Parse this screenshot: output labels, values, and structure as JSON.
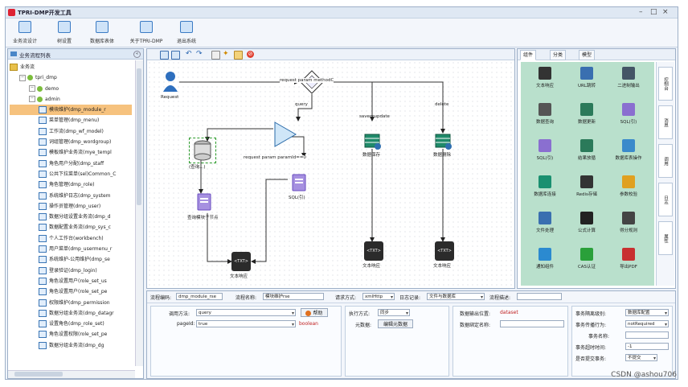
{
  "window": {
    "title": "TPRI-DMP开发工具"
  },
  "ribbon": {
    "buttons": [
      "业务流设计",
      "树设置",
      "数据库表体",
      "关于TPRI-DMP",
      "退出系统"
    ]
  },
  "left_pane": {
    "title": "业务流程列表",
    "tree": [
      {
        "label": "业务流",
        "level": 0,
        "kind": "folder",
        "selected": false
      },
      {
        "label": "tpri_dmp",
        "level": 1,
        "kind": "leaf",
        "selected": false
      },
      {
        "label": "demo",
        "level": 2,
        "kind": "leaf",
        "selected": false
      },
      {
        "label": "admin",
        "level": 2,
        "kind": "leaf",
        "selected": false
      },
      {
        "label": "模块维护(dmp_module_r",
        "level": 3,
        "kind": "item",
        "selected": true
      },
      {
        "label": "菜单管理(dmp_menu)",
        "level": 3,
        "kind": "item",
        "selected": false
      },
      {
        "label": "工作流(dmp_wf_model)",
        "level": 3,
        "kind": "item",
        "selected": false
      },
      {
        "label": "词组管理(dmp_wordgroup)",
        "level": 3,
        "kind": "item",
        "selected": false
      },
      {
        "label": "模板维护业务流(mye_templ",
        "level": 3,
        "kind": "item",
        "selected": false
      },
      {
        "label": "角色用户分配(dmp_staff",
        "level": 3,
        "kind": "item",
        "selected": false
      },
      {
        "label": "公共下拉菜单(sel)Common_C",
        "level": 3,
        "kind": "item",
        "selected": false
      },
      {
        "label": "角色管理(dmp_role)",
        "level": 3,
        "kind": "item",
        "selected": false
      },
      {
        "label": "系统维护日志(dmp_system",
        "level": 3,
        "kind": "item",
        "selected": false
      },
      {
        "label": "操作员管理(dmp_user)",
        "level": 3,
        "kind": "item",
        "selected": false
      },
      {
        "label": "数据分组设置业务流(dmp_d",
        "level": 3,
        "kind": "item",
        "selected": false
      },
      {
        "label": "数据配置业务流(dmp_sys_c",
        "level": 3,
        "kind": "item",
        "selected": false
      },
      {
        "label": "个人工作台(workbench)",
        "level": 3,
        "kind": "item",
        "selected": false
      },
      {
        "label": "用户菜单(dmp_usermenu_r",
        "level": 3,
        "kind": "item",
        "selected": false
      },
      {
        "label": "系统维护-公用维护(dmp_se",
        "level": 3,
        "kind": "item",
        "selected": false
      },
      {
        "label": "登录验证(dmp_login)",
        "level": 3,
        "kind": "item",
        "selected": false
      },
      {
        "label": "角色设置用户(role_set_us",
        "level": 3,
        "kind": "item",
        "selected": false
      },
      {
        "label": "角色设置用户(role_set_pe",
        "level": 3,
        "kind": "item",
        "selected": false
      },
      {
        "label": "权限维护(dmp_permission",
        "level": 3,
        "kind": "item",
        "selected": false
      },
      {
        "label": "数据分组业务流(dmp_datagr",
        "level": 3,
        "kind": "item",
        "selected": false
      },
      {
        "label": "设置角色(dmp_role_set)",
        "level": 3,
        "kind": "item",
        "selected": false
      },
      {
        "label": "角色设置权限(role_set_pe",
        "level": 3,
        "kind": "item",
        "selected": false
      },
      {
        "label": "数据分组业务流(dmp_dg",
        "level": 3,
        "kind": "item",
        "selected": false
      }
    ]
  },
  "canvas": {
    "nodes": {
      "request": "Request",
      "switch": "request param methodC",
      "query": "query",
      "saveorupdate": "saveorupdate",
      "delete": "delete",
      "param_switch": "request param paramId==0",
      "cursor": "(查询...)",
      "sql_ref": "SQL(引)",
      "subflow": "查询模块子节点",
      "save_node": "数据保存",
      "delete_node": "数据删除",
      "text_resp1": "文本响应",
      "text_resp2": "文本响应",
      "text_resp3": "文本响应",
      "txt": "<TXT>"
    }
  },
  "right_pane": {
    "tabs": [
      "组件",
      "分类",
      "模型"
    ],
    "palette": [
      {
        "label": "文本响应",
        "color": "#333333"
      },
      {
        "label": "URL跳转",
        "color": "#3a6fb0"
      },
      {
        "label": "二进制输出",
        "color": "#445566"
      },
      {
        "label": "数据查询",
        "color": "#555555"
      },
      {
        "label": "数据更新",
        "color": "#2b7a5a"
      },
      {
        "label": "SQL(引)",
        "color": "#8a6fd0"
      },
      {
        "label": "SQL(引)",
        "color": "#8a6fd0"
      },
      {
        "label": "结果放循",
        "color": "#2b7a5a"
      },
      {
        "label": "数据库表操作",
        "color": "#3a8acb"
      },
      {
        "label": "数据库连接",
        "color": "#1a9070"
      },
      {
        "label": "Redis存储",
        "color": "#333333"
      },
      {
        "label": "参数校验",
        "color": "#e0a020"
      },
      {
        "label": "文件处理",
        "color": "#3a6fb0"
      },
      {
        "label": "公式计算",
        "color": "#222222"
      },
      {
        "label": "得分规则",
        "color": "#444444"
      },
      {
        "label": "通知组件",
        "color": "#2b8ad0"
      },
      {
        "label": "CAS认证",
        "color": "#2aa03a"
      },
      {
        "label": "导出PDF",
        "color": "#c83030"
      }
    ],
    "side_tabs": [
      "控制台",
      "消息",
      "调用",
      "日志",
      "属性"
    ]
  },
  "bottom": {
    "flow_code_label": "流程编码:",
    "flow_code_value": "dmp_module_rse",
    "flow_name_label": "流程名称:",
    "flow_name_value": "模块维护rse",
    "request_method_label": "请求方式:",
    "request_method_value": "xmlHttp",
    "log_label": "日志记录:",
    "log_value": "文件与数据库",
    "desc_label": "流程描述:",
    "call_method_label": "调用方法:",
    "call_method_value": "query",
    "help_label": "帮助",
    "pageid_label": "pageId:",
    "pageid_value": "true",
    "boolean_label": "boolean",
    "exec_mode_label": "执行方式:",
    "exec_mode_value": "同步",
    "meta_label": "元数据:",
    "meta_button": "编辑元数据",
    "output_pos_label": "数据输出位置:",
    "output_pos_value": "dataset",
    "bind_name_label": "数据绑定名称:",
    "tx_control_label": "事务隔离级别:",
    "tx_control_value": "数据库配置",
    "tx_prop_label": "事务传播行为:",
    "tx_prop_value": "notRequired",
    "tx_name_label": "事务名称:",
    "tx_timeout_label": "事务超时时间:",
    "tx_timeout_value": "-1",
    "tx_readonly_label": "是否提交事务:",
    "tx_readonly_value": "不提交"
  },
  "watermark": "CSDN @ashou706"
}
